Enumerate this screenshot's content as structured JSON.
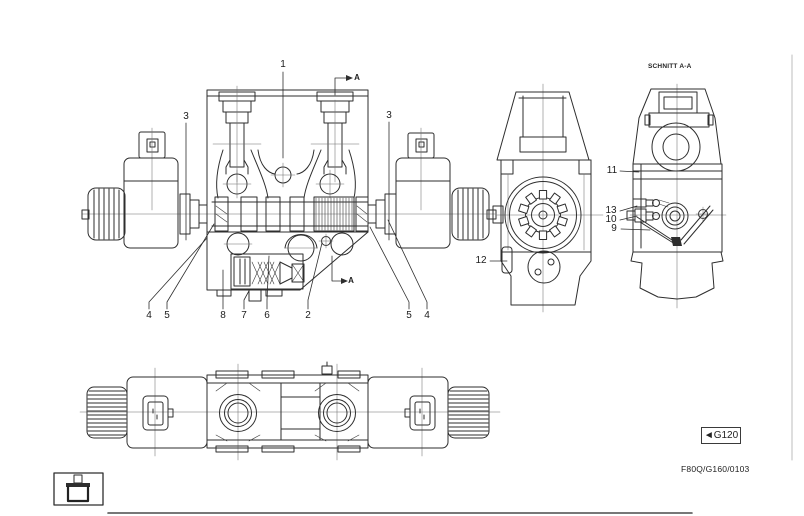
{
  "labels": {
    "section_title": "SCHNITT A-A",
    "doc_number": "F80Q/G160/0103",
    "page_ref": "◄G120"
  },
  "section_arrows": {
    "top": "A",
    "bottom": "A"
  },
  "callouts": {
    "c1": "1",
    "c2": "2",
    "c3_left": "3",
    "c3_right": "3",
    "c4_left": "4",
    "c4_right": "4",
    "c5_left": "5",
    "c5_right": "5",
    "c6": "6",
    "c7": "7",
    "c8": "8",
    "c9": "9",
    "c10": "10",
    "c11": "11",
    "c12": "12",
    "c13": "13"
  },
  "icons": {
    "logo": "piston-cylinder-logo"
  }
}
